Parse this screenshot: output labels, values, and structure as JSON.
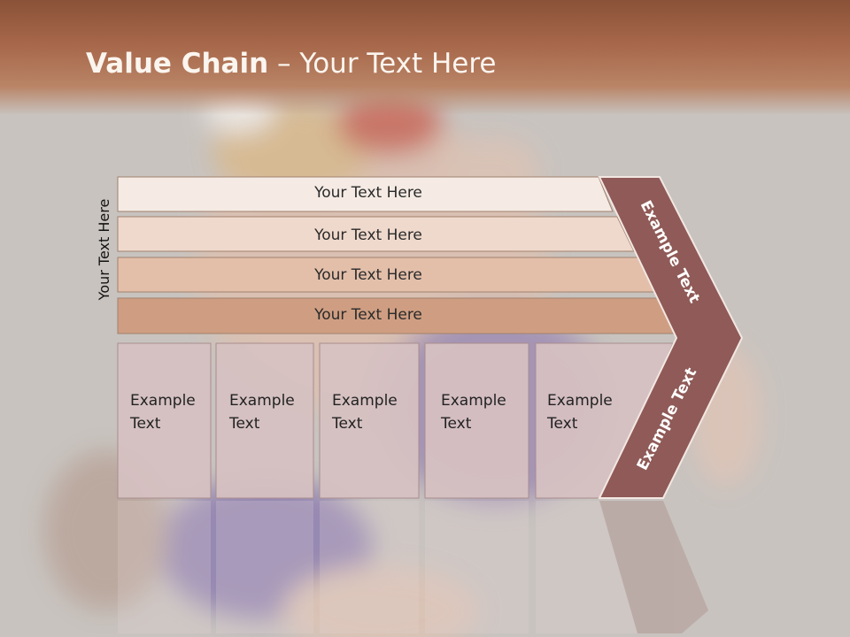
{
  "title": {
    "bold": "Value Chain",
    "rest": " – Your Text Here"
  },
  "side_label": "Your Text Here",
  "rows": [
    {
      "label": "Your Text Here",
      "fill": "#f5ebe4"
    },
    {
      "label": "Your Text Here",
      "fill": "#efd9cc"
    },
    {
      "label": "Your Text Here",
      "fill": "#e3bfaa"
    },
    {
      "label": "Your Text Here",
      "fill": "#cf9e82"
    }
  ],
  "boxes": [
    {
      "line1": "Example",
      "line2": "Text"
    },
    {
      "line1": "Example",
      "line2": "Text"
    },
    {
      "line1": "Example",
      "line2": "Text"
    },
    {
      "line1": "Example",
      "line2": "Text"
    },
    {
      "line1": "Example",
      "line2": "Text"
    }
  ],
  "chevron": {
    "top_label": "Example Text",
    "bottom_label": "Example Text",
    "color": "#8f5a57"
  },
  "colors": {
    "title_bar": "#a8684b",
    "box_fill": "#d6c1c2",
    "background": "#c9c4c0"
  }
}
